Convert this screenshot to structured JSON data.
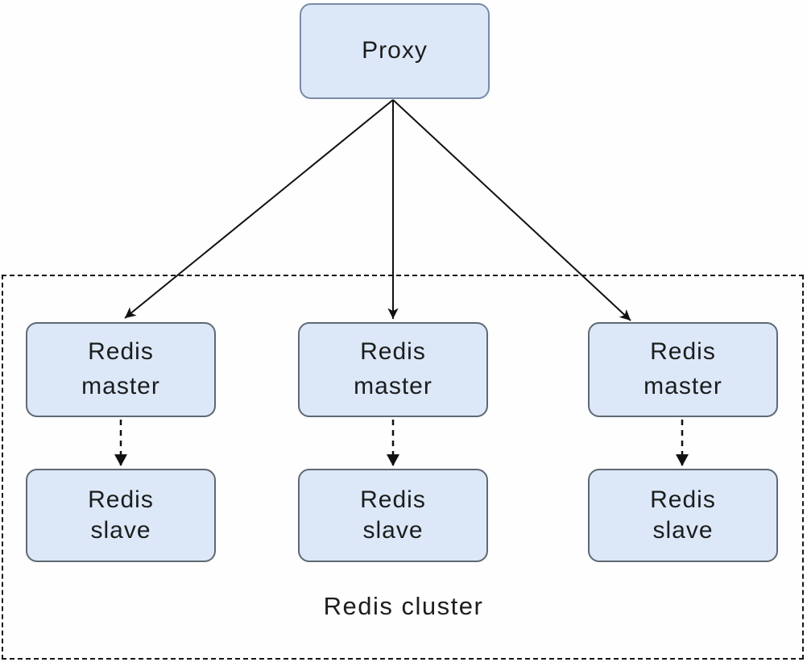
{
  "colors": {
    "background": "#fefefe",
    "box_fill": "#dce8f8",
    "proxy_border": "#7a8aa8",
    "node_border": "#5f6972",
    "arrow": "#111111",
    "text": "#1c1c1c"
  },
  "proxy": {
    "label": "Proxy"
  },
  "cluster": {
    "label": "Redis cluster",
    "masters": [
      {
        "line1": "Redis",
        "line2": "master"
      },
      {
        "line1": "Redis",
        "line2": "master"
      },
      {
        "line1": "Redis",
        "line2": "master"
      }
    ],
    "slaves": [
      {
        "line1": "Redis",
        "line2": "slave"
      },
      {
        "line1": "Redis",
        "line2": "slave"
      },
      {
        "line1": "Redis",
        "line2": "slave"
      }
    ]
  }
}
